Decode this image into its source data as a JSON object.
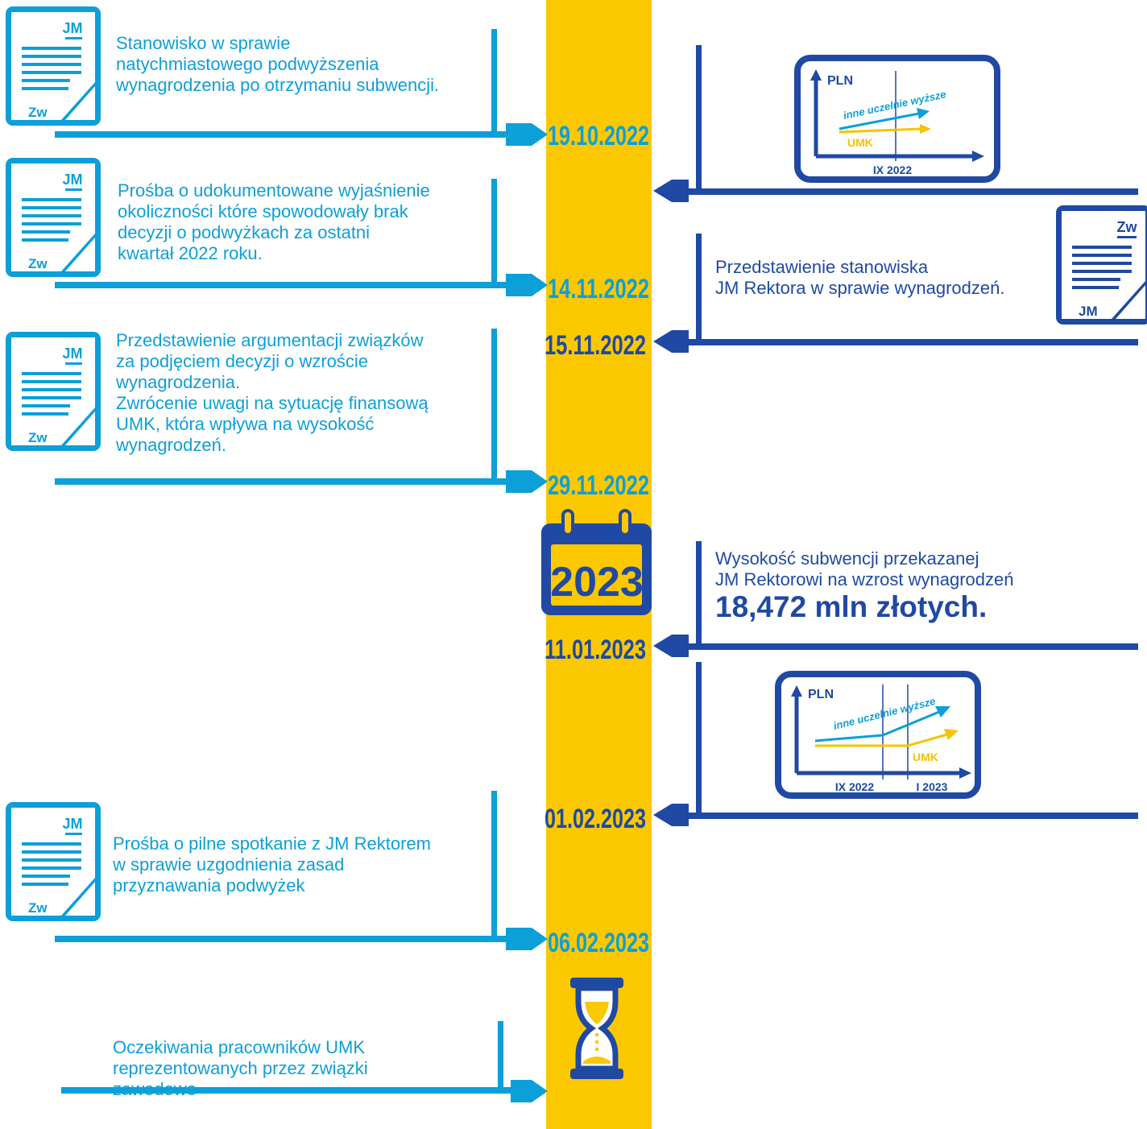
{
  "colors": {
    "yellow_bar": "#fcc800",
    "light_blue": "#0d9fd8",
    "dark_blue": "#1f49a3",
    "arrow_yellow": "#f6c400"
  },
  "left_events": [
    {
      "lines": [
        "Stanowisko w sprawie",
        "natychmiastowego podwyższenia",
        "wynagrodzenia po otrzymaniu subwencji."
      ],
      "date": "19.10.2022"
    },
    {
      "lines": [
        "Prośba o udokumentowane wyjaśnienie",
        "okoliczności które spowodowały brak",
        "decyzji o podwyżkach za ostatni",
        "kwartał 2022 roku."
      ],
      "date": "14.11.2022"
    },
    {
      "lines": [
        "Przedstawienie argumentacji związków",
        "za podjęciem decyzji o wzroście",
        "wynagrodzenia.",
        "Zwrócenie uwagi na sytuację finansową",
        "UMK, która wpływa na wysokość",
        "wynagrodzeń."
      ],
      "date": "29.11.2022"
    },
    {
      "lines": [
        "Prośba o pilne spotkanie z JM Rektorem",
        "w sprawie uzgodnienia zasad",
        "przyznawania podwyżek"
      ],
      "date": "06.02.2023"
    },
    {
      "lines": [
        "Oczekiwania pracowników UMK",
        "reprezentowanych przez związki",
        "zawodowe"
      ]
    }
  ],
  "right_events": [
    {
      "lines": [
        "Przedstawienie stanowiska",
        "JM Rektora w sprawie wynagrodzeń."
      ],
      "date": "15.11.2022"
    },
    {
      "lines": [
        "Wysokość subwencji przekazanej",
        "JM Rektorowi na wzrost wynagrodzeń"
      ],
      "highlight": "18,472 mln złotych.",
      "date": "11.01.2023"
    },
    {
      "date": "01.02.2023"
    }
  ],
  "calendar_year": "2023",
  "doc_icon": {
    "top": "JM",
    "bottom": "Zw"
  },
  "doc_icon_rector": {
    "top": "Zw",
    "bottom": "JM"
  },
  "chart_icon_1": {
    "y_label": "PLN",
    "series_high": "inne uczelnie wyższe",
    "series_low": "UMK",
    "x_label": "IX 2022"
  },
  "chart_icon_2": {
    "y_label": "PLN",
    "series_high": "inne uczelnie wyższe",
    "series_low": "UMK",
    "x_labels": [
      "IX 2022",
      "I 2023"
    ]
  }
}
